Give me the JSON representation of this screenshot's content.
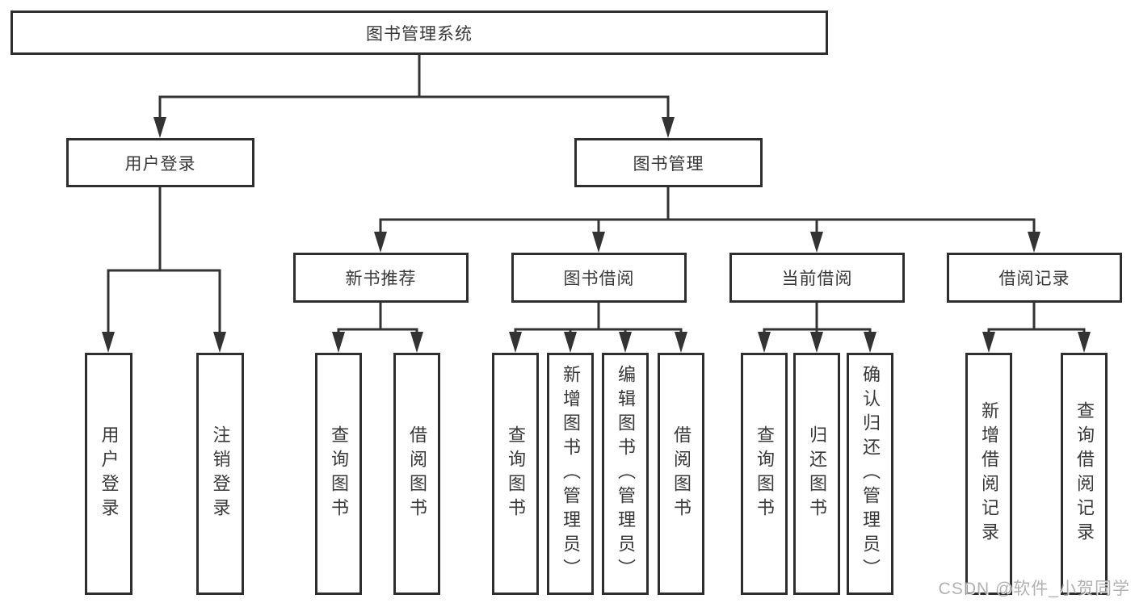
{
  "diagram_title": "图书管理系统",
  "nodes": {
    "root": "图书管理系统",
    "level2": {
      "user_login": "用户登录",
      "book_management": "图书管理"
    },
    "level3": {
      "new_book_recommend": "新书推荐",
      "book_borrow": "图书借阅",
      "current_borrow": "当前借阅",
      "borrow_records": "借阅记录"
    },
    "leaves": {
      "user_login": "用户登录",
      "logout": "注销登录",
      "nb_query_book": "查询图书",
      "nb_borrow_book": "借阅图书",
      "bb_query_book": "查询图书",
      "bb_add_book_admin": "新增图书（管理员）",
      "bb_edit_book_admin": "编辑图书（管理员）",
      "bb_borrow_book": "借阅图书",
      "cb_query_book": "查询图书",
      "cb_return_book": "归还图书",
      "cb_confirm_return_admin": "确认归还（管理员）",
      "br_add_record": "新增借阅记录",
      "br_query_record": "查询借阅记录"
    }
  },
  "watermark": "CSDN @软件_小贺同学",
  "colors": {
    "line": "#333333",
    "border": "#2e2e2e",
    "text": "#383838",
    "background": "#ffffff",
    "watermark": "#9e9e9e"
  }
}
